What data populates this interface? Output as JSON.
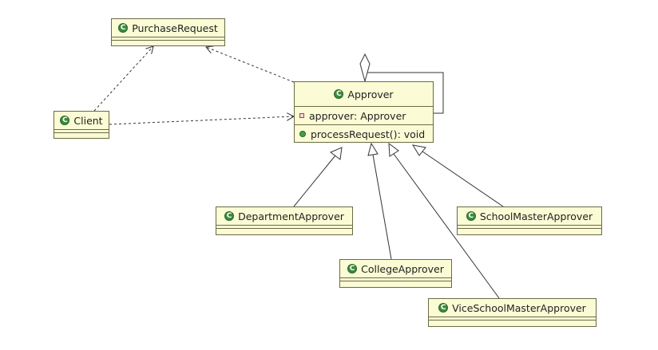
{
  "classes": {
    "purchase_request": {
      "name": "PurchaseRequest"
    },
    "client": {
      "name": "Client"
    },
    "approver": {
      "name": "Approver",
      "field": "approver: Approver",
      "method": "processRequest(): void"
    },
    "department_approver": {
      "name": "DepartmentApprover"
    },
    "college_approver": {
      "name": "CollegeApprover"
    },
    "vice_school_master_approver": {
      "name": "ViceSchoolMasterApprover"
    },
    "school_master_approver": {
      "name": "SchoolMasterApprover"
    }
  },
  "icons": {
    "class_icon": "class-icon",
    "field_icon": "private-field-icon",
    "method_icon": "public-method-icon"
  },
  "colors": {
    "class_fill": "#fbfbd5",
    "border": "#6b6b45",
    "icon_green": "#3c8a3c"
  }
}
